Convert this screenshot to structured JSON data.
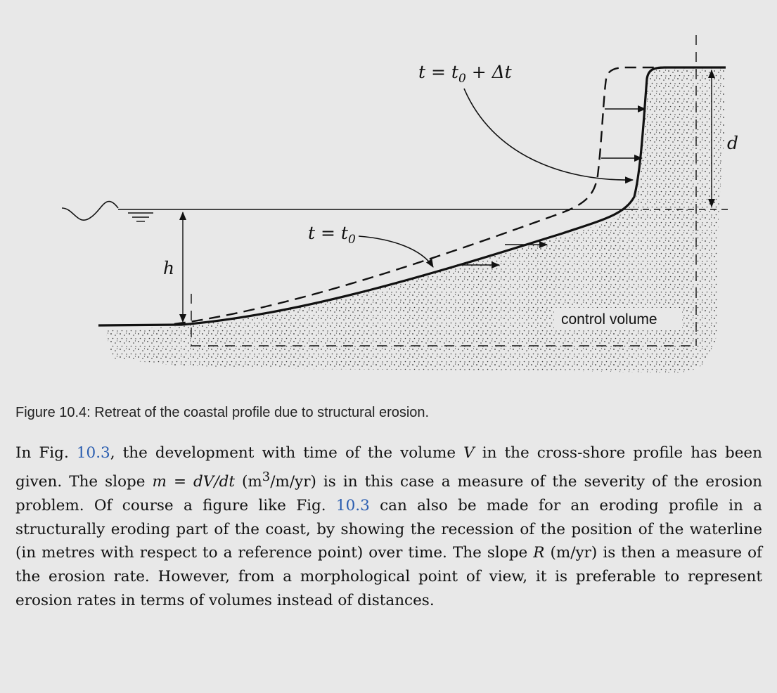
{
  "figure": {
    "labels": {
      "t_later_main": "t = t",
      "t_later_sub": "0",
      "t_later_tail": " + Δt",
      "t0_main": "t = t",
      "t0_sub": "0",
      "h": "h",
      "d": "d",
      "control_volume": "control volume"
    }
  },
  "caption": "Figure 10.4: Retreat of the coastal profile due to structural erosion.",
  "paragraph": {
    "s1": "In Fig. ",
    "ref1": "10.3",
    "s2": ", the development with time of the volume ",
    "V": "V",
    "s3": " in the cross-shore profile has been given. The slope ",
    "m": "m",
    "s4": " = ",
    "dVdt": "dV/dt",
    "s5": " (m",
    "sup3": "3",
    "s6": "/m/yr) is in this case a measure of the severity of the erosion problem. Of course a figure like Fig. ",
    "ref2": "10.3",
    "s7": " can also be made for an eroding profile in a structurally eroding part of the coast, by showing the recession of the position of the waterline (in metres with respect to a reference point) over time. The slope ",
    "R": "R",
    "s8": " (m/yr) is then a measure of the erosion rate. However, from a morphological point of view, it is preferable to represent erosion rates in terms of volumes instead of distances."
  }
}
